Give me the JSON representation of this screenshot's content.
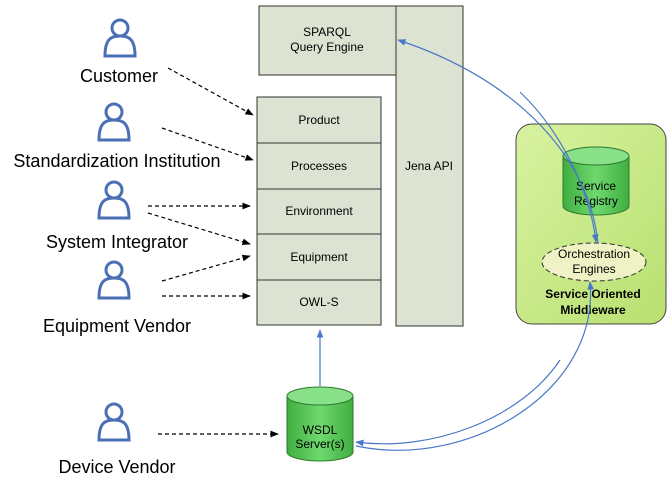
{
  "actors": [
    {
      "label": "Customer"
    },
    {
      "label": "Standardization Institution"
    },
    {
      "label": "System Integrator"
    },
    {
      "label": "Equipment Vendor"
    },
    {
      "label": "Device Vendor"
    }
  ],
  "query_engine": {
    "line1": "SPARQL",
    "line2": "Query Engine"
  },
  "ontology_layers": [
    {
      "label": "Product"
    },
    {
      "label": "Processes"
    },
    {
      "label": "Environment"
    },
    {
      "label": "Equipment"
    },
    {
      "label": "OWL-S"
    }
  ],
  "jena_api": {
    "label": "Jena API"
  },
  "wsdl_server": {
    "line1": "WSDL",
    "line2": "Server(s)"
  },
  "middleware": {
    "title_line1": "Service Oriented",
    "title_line2": "Middleware",
    "registry_line1": "Service",
    "registry_line2": "Registry",
    "orchestration_line1": "Orchestration",
    "orchestration_line2": "Engines"
  },
  "colors": {
    "box_fill": "#dde3d2",
    "box_stroke": "#333333",
    "middleware_fill": "#ccee88",
    "cylinder_fill": "#55c455",
    "cylinder_top": "#88e088",
    "orchestration_fill": "#eef2c4",
    "arrow_blue": "#4a78c8",
    "actor_blue": "#4a6fb5"
  }
}
